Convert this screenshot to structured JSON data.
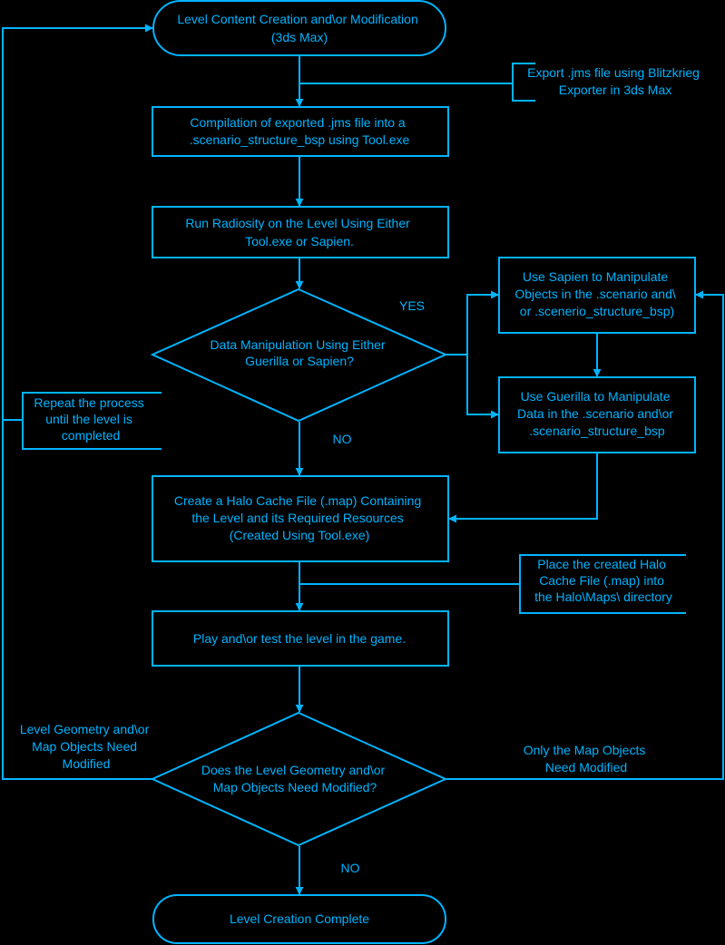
{
  "theme": {
    "line_color": "#00b4ff",
    "text_color": "#00b4ff",
    "background": "#000000"
  },
  "nodes": {
    "start": [
      "Level Content Creation and\\or Modification",
      "(3ds Max)"
    ],
    "compile": [
      "Compilation of exported .jms file into a",
      ".scenario_structure_bsp using Tool.exe"
    ],
    "radiosity": [
      "Run Radiosity on the Level Using Either",
      "Tool.exe or Sapien."
    ],
    "decision_manipulation": [
      "Data Manipulation Using Either",
      "Guerilla or Sapien?"
    ],
    "sapien": [
      "Use Sapien to Manipulate",
      "Objects in the .scenario and\\",
      "or .scenerio_structure_bsp)"
    ],
    "guerilla": [
      "Use Guerilla to Manipulate",
      "Data in the .scenario and\\or",
      ".scenario_structure_bsp"
    ],
    "cache": [
      "Create a Halo Cache File (.map) Containing",
      "the Level and its Required Resources",
      "(Created Using Tool.exe)"
    ],
    "play": [
      "Play and\\or test the level in the game."
    ],
    "decision_modified": [
      "Does the Level Geometry and\\or",
      "Map Objects Need Modified?"
    ],
    "end": [
      "Level Creation Complete"
    ]
  },
  "annotations": {
    "export": [
      "Export .jms file using Blitzkrieg",
      "Exporter in 3ds Max"
    ],
    "repeat": [
      "Repeat the process",
      "until the level is",
      "completed"
    ],
    "place": [
      "Place the created Halo",
      "Cache File (.map) into",
      "the Halo\\Maps\\ directory"
    ]
  },
  "labels": {
    "yes": "YES",
    "no_1": "NO",
    "no_2": "NO",
    "geometry_modified": [
      "Level Geometry and\\or",
      "Map Objects Need",
      "Modified"
    ],
    "map_objects_modified": [
      "Only the Map Objects",
      "Need Modified"
    ]
  }
}
